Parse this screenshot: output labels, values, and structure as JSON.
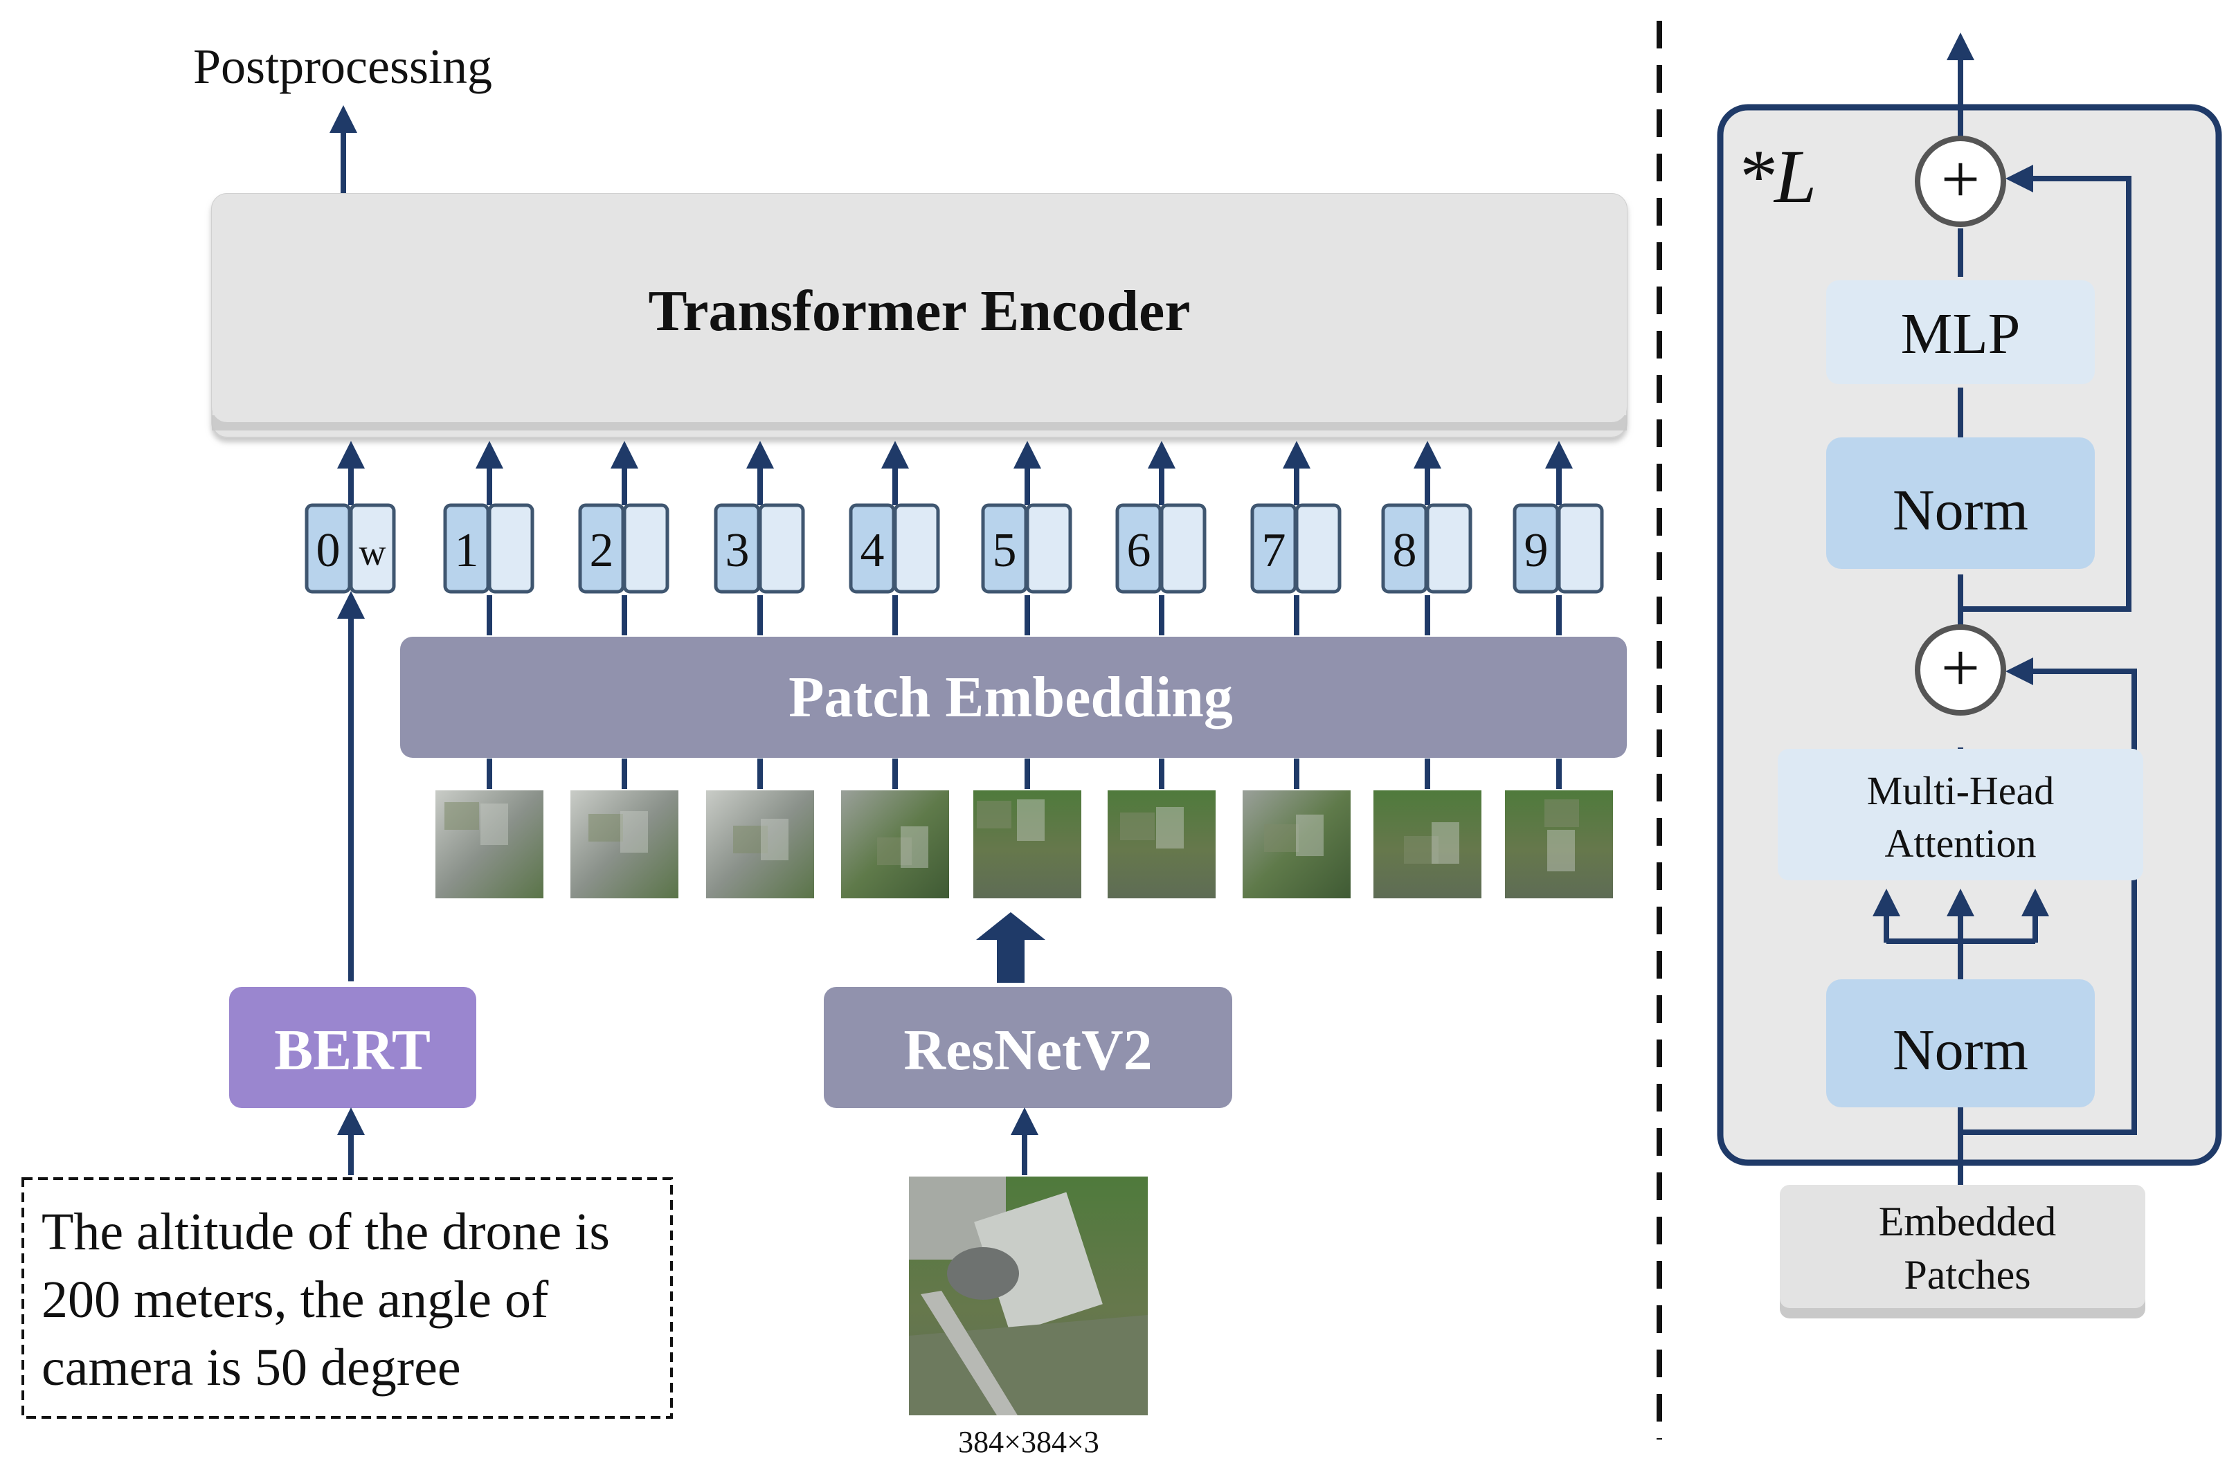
{
  "postprocessing_label": "Postprocessing",
  "transformer_encoder_label": "Transformer Encoder",
  "patch_embedding_label": "Patch Embedding",
  "bert_label": "BERT",
  "resnet_label": "ResNetV2",
  "prompt_text": {
    "line1": "The altitude of the drone is",
    "line2": "200 meters, the angle of",
    "line3": "camera is 50 degree"
  },
  "input_size_label": "384×384×3",
  "tokens": [
    {
      "index": "0",
      "extra": "w"
    },
    {
      "index": "1",
      "extra": ""
    },
    {
      "index": "2",
      "extra": ""
    },
    {
      "index": "3",
      "extra": ""
    },
    {
      "index": "4",
      "extra": ""
    },
    {
      "index": "5",
      "extra": ""
    },
    {
      "index": "6",
      "extra": ""
    },
    {
      "index": "7",
      "extra": ""
    },
    {
      "index": "8",
      "extra": ""
    },
    {
      "index": "9",
      "extra": ""
    }
  ],
  "encoder_block": {
    "repeat_label": "*L",
    "mlp_label": "MLP",
    "norm_top_label": "Norm",
    "norm_bottom_label": "Norm",
    "attention_line1": "Multi-Head",
    "attention_line2": "Attention",
    "plus_symbol": "+",
    "embedded_line1": "Embedded",
    "embedded_line2": "Patches"
  },
  "colors": {
    "arrow": "#1f3a68",
    "encoder_gray": "#e4e4e4",
    "patch_embed": "#9192ad",
    "bert": "#9a86cf",
    "token_dark": "#b8d3ec",
    "token_light": "#deeaf6",
    "norm_blue": "#bcd6ee",
    "light_blue": "#dde9f4",
    "block_bg": "#e8e8e8"
  }
}
